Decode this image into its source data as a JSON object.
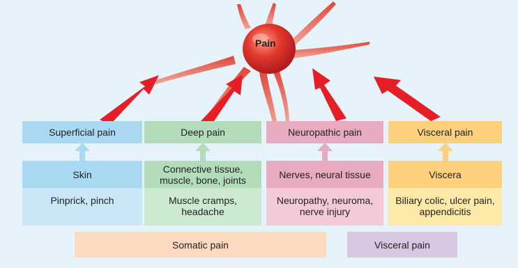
{
  "center": {
    "label": "Pain"
  },
  "columns": [
    {
      "category": "Superficial pain",
      "source": "Skin",
      "examples": "Pinprick, pinch",
      "colors": {
        "category": "#a9d9f3",
        "source": "#a9d9f3",
        "examples": "#c9e7f7",
        "arrow": "#a9d9f3"
      }
    },
    {
      "category": "Deep pain",
      "source": "Connective tissue, muscle, bone, joints",
      "examples": "Muscle cramps, headache",
      "colors": {
        "category": "#b3dcbb",
        "source": "#b3dcbb",
        "examples": "#cde9d0",
        "arrow": "#b3dcbb"
      }
    },
    {
      "category": "Neuropathic pain",
      "source": "Nerves, neural tissue",
      "examples": "Neuropathy, neuroma, nerve injury",
      "colors": {
        "category": "#e7aac1",
        "source": "#e7aac1",
        "examples": "#f4c9d8",
        "arrow": "#e7aac1"
      }
    },
    {
      "category": "Visceral pain",
      "source": "Viscera",
      "examples": "Biliary colic, ulcer pain, appendicitis",
      "colors": {
        "category": "#fdd07e",
        "source": "#fdd07e",
        "examples": "#feeaa8",
        "arrow": "#fdd07e"
      }
    }
  ],
  "groups": {
    "somatic": {
      "label": "Somatic pain",
      "color": "#fcd9bf"
    },
    "visceral": {
      "label": "Visceral pain",
      "color": "#d9c6e0"
    }
  },
  "colors": {
    "background": "#e6f3fb",
    "red_arrow": "#e61e25",
    "neuron": "#d9302a"
  }
}
